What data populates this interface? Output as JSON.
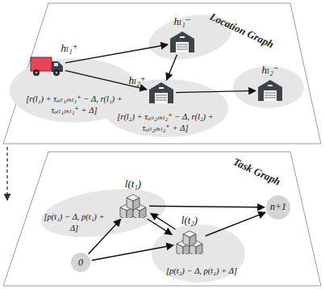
{
  "diagram": {
    "nodes": [
      {
        "text": [
          "hₗ₁⁺"
        ]
      },
      {
        "text": [
          "hₗ₁⁻"
        ]
      },
      {
        "text": [
          "hₗ₂⁺"
        ]
      },
      {
        "text": [
          "hₗ₂⁻"
        ]
      },
      {
        "text": [
          "0"
        ]
      },
      {
        "text": [
          "l(t₁)"
        ]
      },
      {
        "text": [
          "l(t₂)"
        ]
      },
      {
        "text": [
          "n+1"
        ]
      }
    ],
    "edges": [
      {
        "from": 0,
        "to": 1,
        "arrow": "to"
      },
      {
        "from": 0,
        "to": 2,
        "arrow": "to"
      },
      {
        "from": 1,
        "to": 2,
        "arrow": "to"
      },
      {
        "from": 2,
        "to": 3,
        "arrow": "to"
      },
      {
        "from": 4,
        "to": 5,
        "arrow": "to"
      },
      {
        "from": 4,
        "to": 6,
        "arrow": "to"
      },
      {
        "from": 5,
        "to": 6,
        "arrow": "to"
      },
      {
        "from": 6,
        "to": 5,
        "arrow": "to"
      },
      {
        "from": 5,
        "to": 7,
        "arrow": "to"
      },
      {
        "from": 6,
        "to": 7,
        "arrow": "to"
      }
    ],
    "labels": [
      "Location Graph",
      "Task Graph",
      "[r(l₁) + τₒ₍ₗ₁₎ₕₗ₁⁺ − Δ, r(l₁) + τₒ₍ₗ₁₎ₕₗ₁⁺ + Δ]",
      "[r(l₂) + τₒ₍ₗ₂₎ₕₗ₂⁺ − Δ, r(l₂) + τₒ₍ₗ₂₎ₕₗ₂⁺ + Δ]",
      "[p(t₁) − Δ, p(t₁) + Δ]",
      "[p(t₂) − Δ, p(t₂) + Δ]"
    ]
  }
}
